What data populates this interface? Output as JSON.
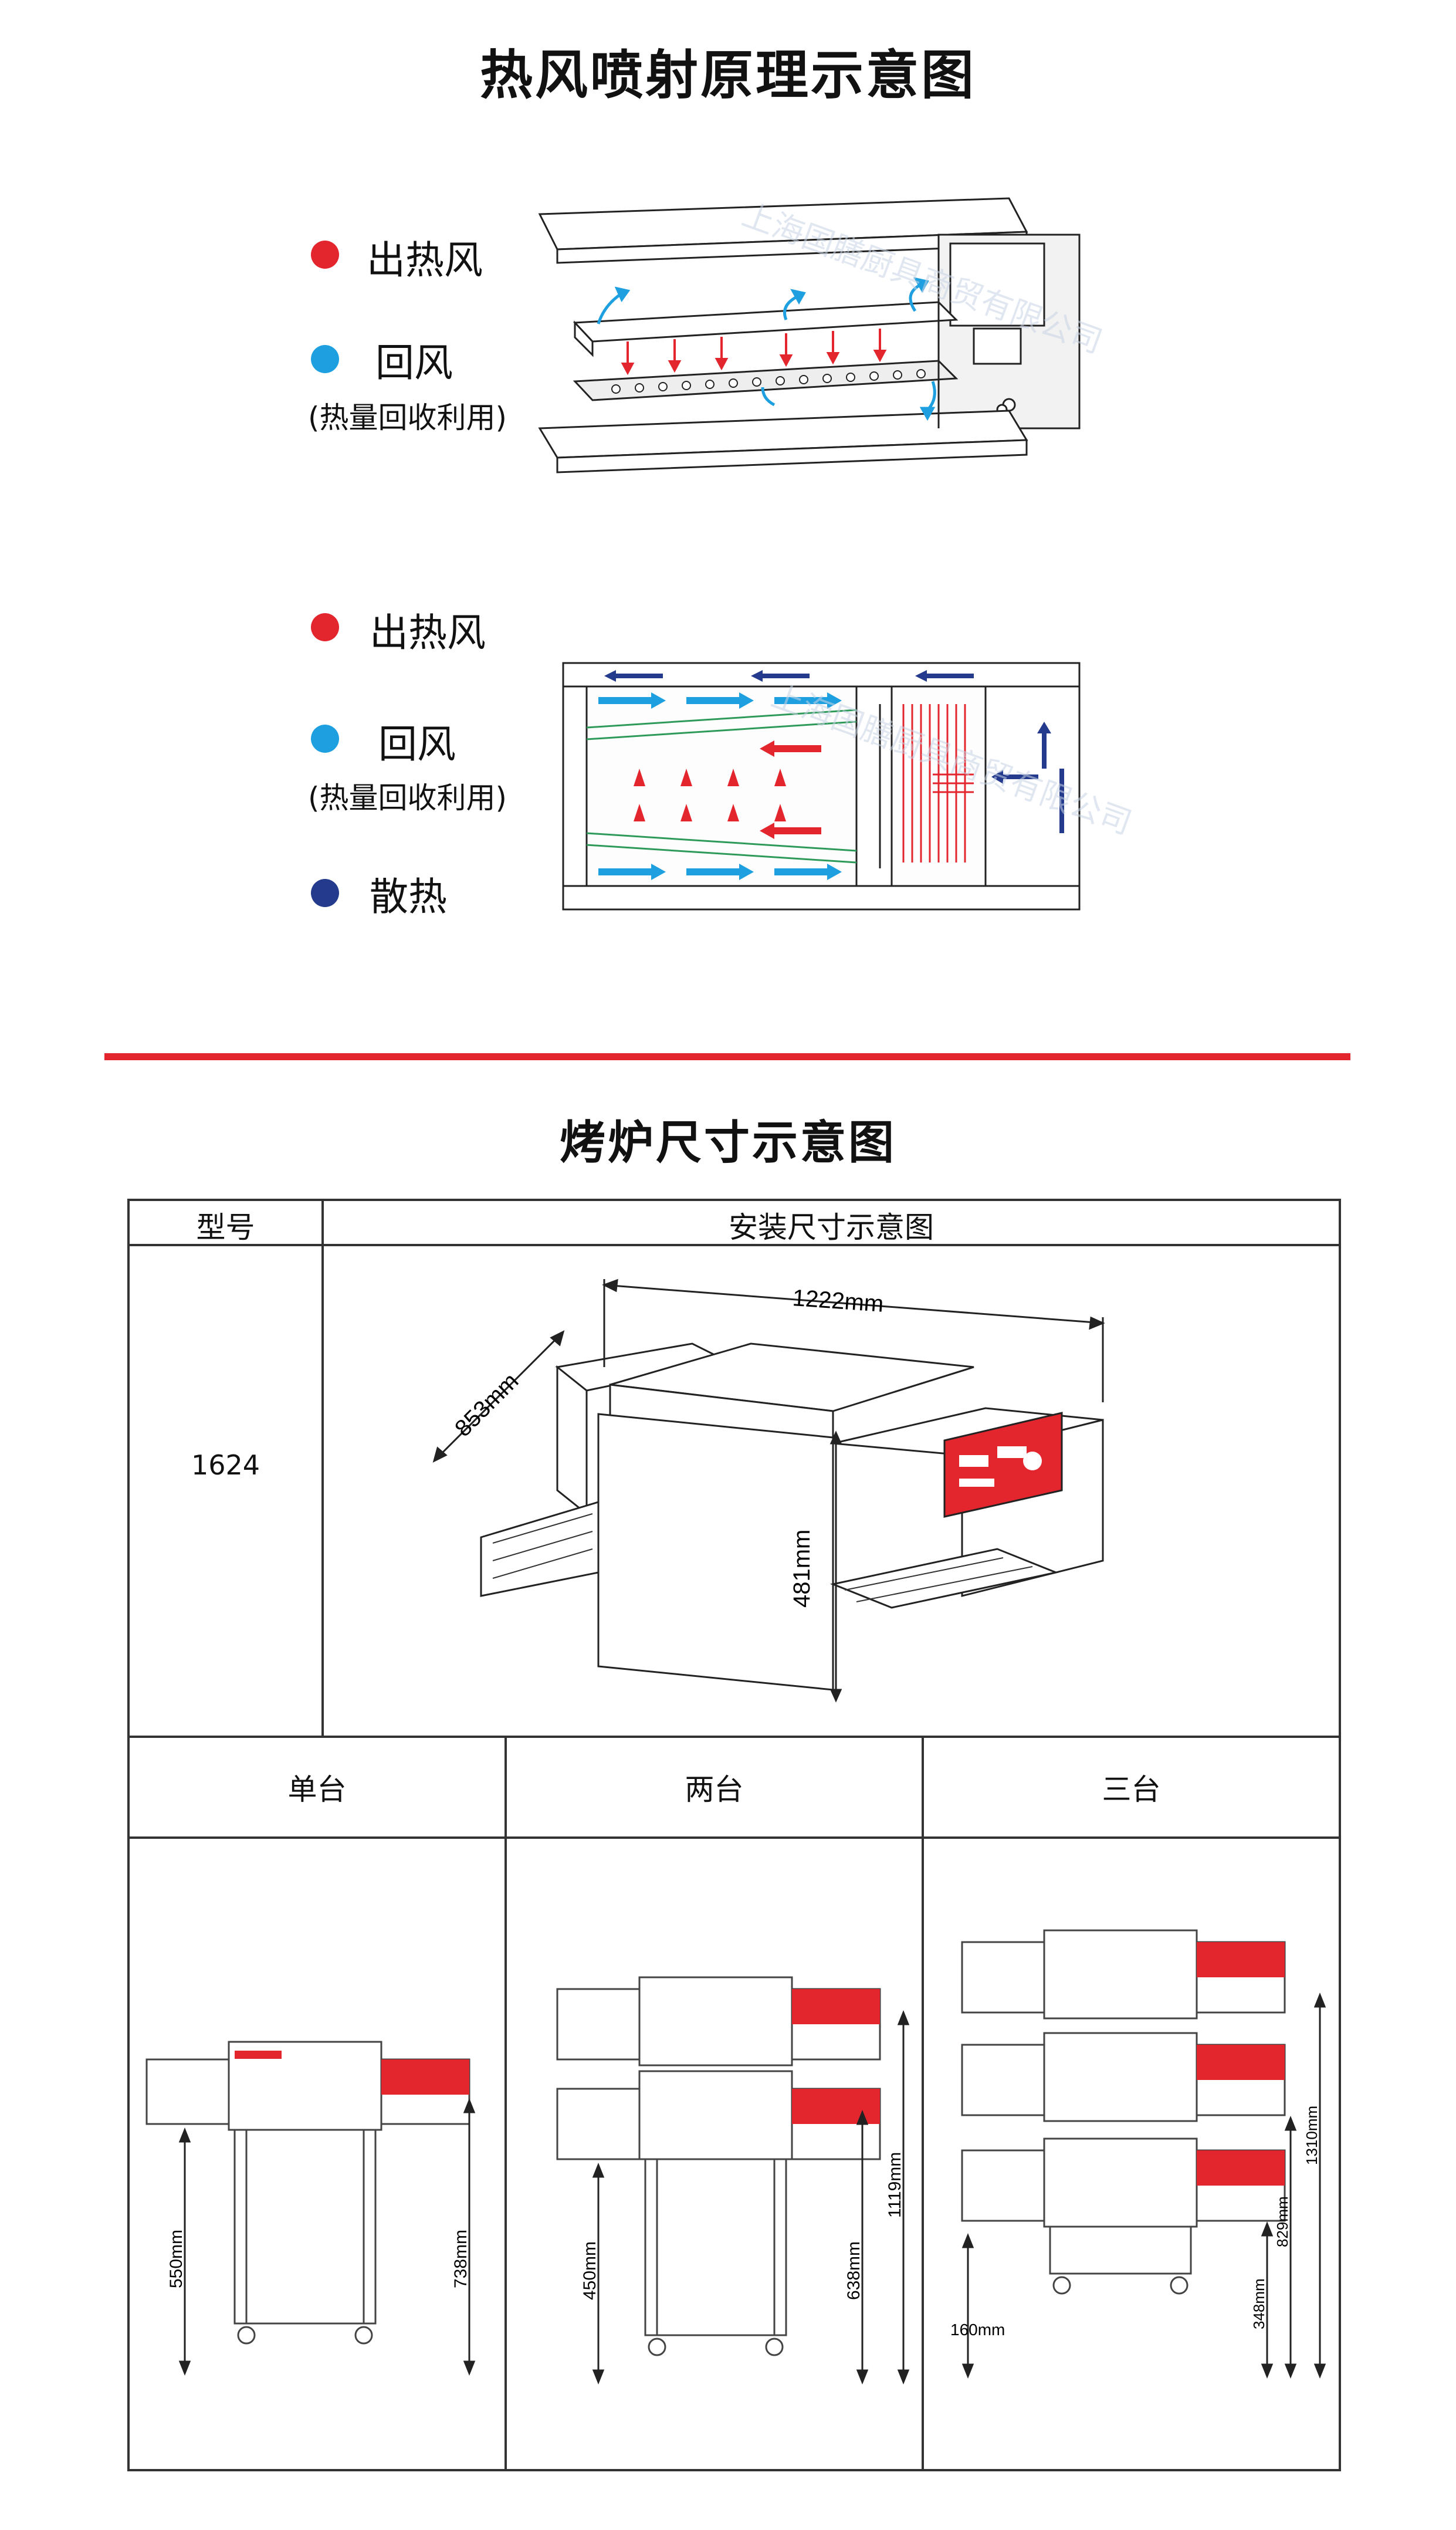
{
  "section1": {
    "title": "热风喷射原理示意图",
    "legend1": {
      "hot_air": "出热风",
      "return_air": "回风",
      "return_note": "(热量回收利用)",
      "hot_color": "#e3262e",
      "return_color": "#1ea0e0"
    },
    "legend2": {
      "hot_air": "出热风",
      "return_air": "回风",
      "return_note": "(热量回收利用)",
      "heat_dissipation": "散热",
      "hot_color": "#e3262e",
      "return_color": "#1ea0e0",
      "dissipation_color": "#243a8c"
    },
    "watermark": "上海国膳厨具商贸有限公司"
  },
  "section2": {
    "title": "烤炉尺寸示意图",
    "table": {
      "header_model": "型号",
      "header_install": "安装尺寸示意图",
      "model": "1624",
      "dims": {
        "width": "1222mm",
        "depth": "853mm",
        "height": "481mm"
      },
      "col_single": "单台",
      "col_double": "两台",
      "col_triple": "三台",
      "single": {
        "floor_to_belt": "550mm",
        "floor_to_top": "738mm"
      },
      "double": {
        "floor_to_belt": "450mm",
        "lower_top": "638mm",
        "total": "1119mm"
      },
      "triple": {
        "floor_to_belt": "160mm",
        "first": "348mm",
        "second": "829mm",
        "total": "1310mm"
      }
    }
  }
}
